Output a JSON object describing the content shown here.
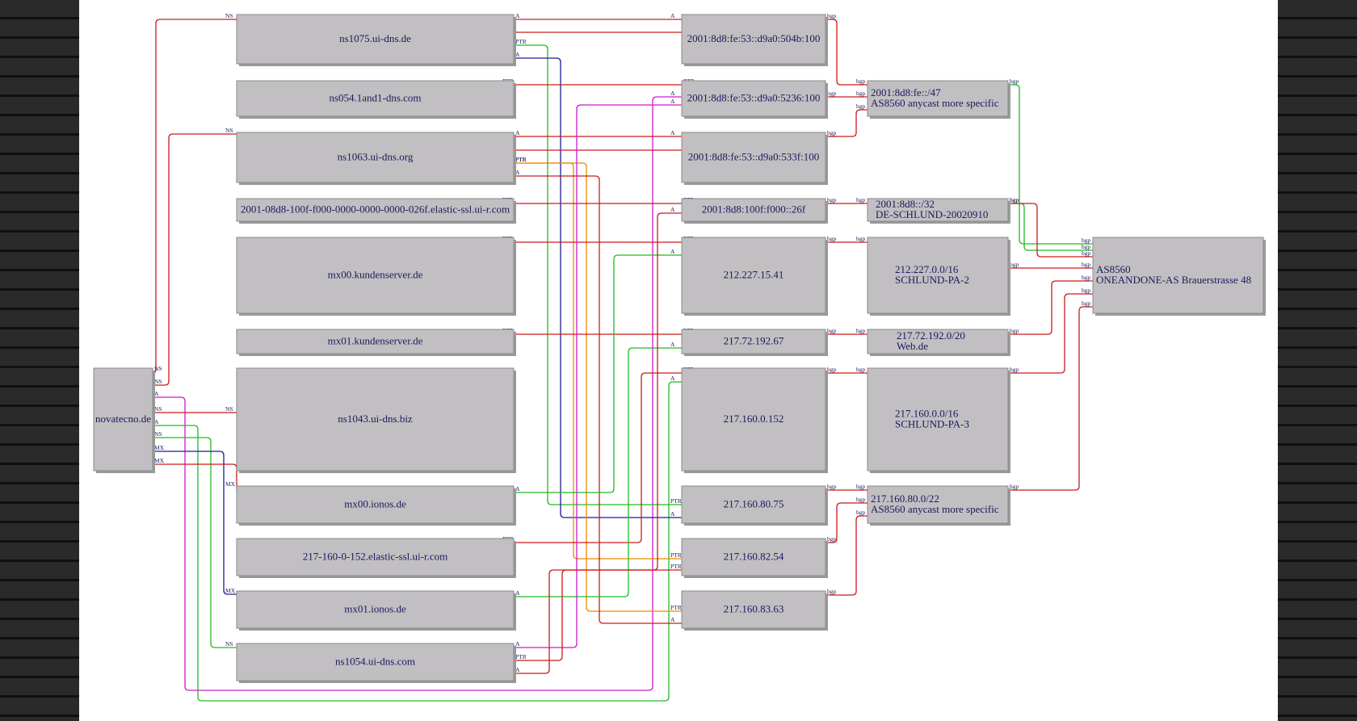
{
  "graph": {
    "nodes": [
      {
        "id": "novatecno",
        "lines": [
          "novatecno.de"
        ]
      },
      {
        "id": "ns1075",
        "lines": [
          "ns1075.ui-dns.de"
        ]
      },
      {
        "id": "ns054",
        "lines": [
          "ns054.1and1-dns.com"
        ]
      },
      {
        "id": "ns1063",
        "lines": [
          "ns1063.ui-dns.org"
        ]
      },
      {
        "id": "elastic6",
        "lines": [
          "2001-08d8-100f-f000-0000-0000-0000-026f.elastic-ssl.ui-r.com"
        ]
      },
      {
        "id": "mx00k",
        "lines": [
          "mx00.kundenserver.de"
        ]
      },
      {
        "id": "mx01k",
        "lines": [
          "mx01.kundenserver.de"
        ]
      },
      {
        "id": "ns1043",
        "lines": [
          "ns1043.ui-dns.biz"
        ]
      },
      {
        "id": "mx00i",
        "lines": [
          "mx00.ionos.de"
        ]
      },
      {
        "id": "elastic4",
        "lines": [
          "217-160-0-152.elastic-ssl.ui-r.com"
        ]
      },
      {
        "id": "mx01i",
        "lines": [
          "mx01.ionos.de"
        ]
      },
      {
        "id": "ns1054",
        "lines": [
          "ns1054.ui-dns.com"
        ]
      },
      {
        "id": "ip504b",
        "lines": [
          "2001:8d8:fe:53::d9a0:504b:100"
        ]
      },
      {
        "id": "ip5236",
        "lines": [
          "2001:8d8:fe:53::d9a0:5236:100"
        ]
      },
      {
        "id": "ip533f",
        "lines": [
          "2001:8d8:fe:53::d9a0:533f:100"
        ]
      },
      {
        "id": "ip26f",
        "lines": [
          "2001:8d8:100f:f000::26f"
        ]
      },
      {
        "id": "ip21222715",
        "lines": [
          "212.227.15.41"
        ]
      },
      {
        "id": "ip2177219267",
        "lines": [
          "217.72.192.67"
        ]
      },
      {
        "id": "ip2171600152",
        "lines": [
          "217.160.0.152"
        ]
      },
      {
        "id": "ip2171608075",
        "lines": [
          "217.160.80.75"
        ]
      },
      {
        "id": "ip2171608254",
        "lines": [
          "217.160.82.54"
        ]
      },
      {
        "id": "ip2171608363",
        "lines": [
          "217.160.83.63"
        ]
      },
      {
        "id": "pfx47",
        "lines": [
          "2001:8d8:fe::/47",
          "AS8560 anycast more specific"
        ]
      },
      {
        "id": "pfx32",
        "lines": [
          "2001:8d8::/32",
          "DE-SCHLUND-20020910"
        ]
      },
      {
        "id": "pfx212",
        "lines": [
          "212.227.0.0/16",
          "SCHLUND-PA-2"
        ]
      },
      {
        "id": "pfx21772",
        "lines": [
          "217.72.192.0/20",
          "Web.de"
        ]
      },
      {
        "id": "pfx217160",
        "lines": [
          "217.160.0.0/16",
          "SCHLUND-PA-3"
        ]
      },
      {
        "id": "pfx21716080",
        "lines": [
          "217.160.80.0/22",
          "AS8560 anycast more specific"
        ]
      },
      {
        "id": "as8560",
        "lines": [
          "AS8560",
          "ONEANDONE-AS Brauerstrasse 48"
        ]
      }
    ],
    "edges": [
      {
        "from": "novatecno",
        "to": "ns1075",
        "type": "NS",
        "color": "#cc1a1a"
      },
      {
        "from": "novatecno",
        "to": "ns1063",
        "type": "NS",
        "color": "#cc1a1a"
      },
      {
        "from": "novatecno",
        "to": "ip5236",
        "type": "A",
        "color": "#cc1acc"
      },
      {
        "from": "novatecno",
        "to": "ns1043",
        "type": "NS",
        "color": "#cc1a1a"
      },
      {
        "from": "novatecno",
        "to": "ip2171600152",
        "type": "A",
        "color": "#22bb22"
      },
      {
        "from": "novatecno",
        "to": "ns1054",
        "type": "NS",
        "color": "#22bb22"
      },
      {
        "from": "novatecno",
        "to": "mx01i",
        "type": "MX",
        "color": "#1a1a99"
      },
      {
        "from": "novatecno",
        "to": "mx00i",
        "type": "MX",
        "color": "#cc1a1a"
      },
      {
        "from": "ns1075",
        "to": "ip504b",
        "type": "A",
        "color": "#cc1a1a"
      },
      {
        "from": "ip504b",
        "to": "ns1075",
        "type": "PTR",
        "color": "#cc1a1a"
      },
      {
        "from": "ns1075",
        "to": "ip2171608075",
        "type": "PTR",
        "color": "#22bb22"
      },
      {
        "from": "ns1075",
        "to": "ip2171608075",
        "type": "A",
        "color": "#1a1a99"
      },
      {
        "from": "ip5236",
        "to": "ns054",
        "type": "PTR",
        "color": "#cc1a1a"
      },
      {
        "from": "ns1063",
        "to": "ip533f",
        "type": "A",
        "color": "#cc1a1a"
      },
      {
        "from": "ip533f",
        "to": "ns1063",
        "type": "PTR",
        "color": "#cc1a1a"
      },
      {
        "from": "ns1063",
        "to": "ip2171608254",
        "type": "PTR",
        "color": "#ee8800"
      },
      {
        "from": "ns1063",
        "to": "ip2171608363",
        "type": "PTR",
        "color": "#ee8800"
      },
      {
        "from": "ns1063",
        "to": "ip2171608254",
        "type": "A",
        "color": "#cc1a1a"
      },
      {
        "from": "ip26f",
        "to": "elastic6",
        "type": "PTR",
        "color": "#cc1a1a"
      },
      {
        "from": "ip21222715",
        "to": "mx00k",
        "type": "PTR",
        "color": "#cc1a1a"
      },
      {
        "from": "ip2177219267",
        "to": "mx01k",
        "type": "PTR",
        "color": "#cc1a1a"
      },
      {
        "from": "ip2171600152",
        "to": "elastic4",
        "type": "PTR",
        "color": "#cc1a1a"
      },
      {
        "from": "mx00i",
        "to": "ip21222715",
        "type": "A",
        "color": "#22bb22"
      },
      {
        "from": "mx01i",
        "to": "ip2177219267",
        "type": "A",
        "color": "#22bb22"
      },
      {
        "from": "ns1054",
        "to": "ip5236",
        "type": "A",
        "color": "#cc1acc"
      },
      {
        "from": "ns1054",
        "to": "ip2171608363",
        "type": "PTR",
        "color": "#cc1a1a"
      },
      {
        "from": "ns1054",
        "to": "ip26f",
        "type": "A",
        "color": "#cc1a1a"
      },
      {
        "from": "ip504b",
        "to": "pfx47",
        "type": "bgp",
        "color": "#cc1a1a"
      },
      {
        "from": "ip5236",
        "to": "pfx47",
        "type": "bgp",
        "color": "#cc1a1a"
      },
      {
        "from": "ip533f",
        "to": "pfx47",
        "type": "bgp",
        "color": "#cc1a1a"
      },
      {
        "from": "ip26f",
        "to": "pfx32",
        "type": "bgp",
        "color": "#cc1a1a"
      },
      {
        "from": "ip21222715",
        "to": "pfx212",
        "type": "bgp",
        "color": "#cc1a1a"
      },
      {
        "from": "ip2177219267",
        "to": "pfx21772",
        "type": "bgp",
        "color": "#cc1a1a"
      },
      {
        "from": "ip2171600152",
        "to": "pfx217160",
        "type": "bgp",
        "color": "#cc1a1a"
      },
      {
        "from": "ip2171608075",
        "to": "pfx21716080",
        "type": "bgp",
        "color": "#cc1a1a"
      },
      {
        "from": "ip2171608254",
        "to": "pfx21716080",
        "type": "bgp",
        "color": "#cc1a1a"
      },
      {
        "from": "ip2171608363",
        "to": "pfx21716080",
        "type": "bgp",
        "color": "#cc1a1a"
      },
      {
        "from": "pfx47",
        "to": "as8560",
        "type": "bgp",
        "color": "#22bb22"
      },
      {
        "from": "pfx32",
        "to": "as8560",
        "type": "bgp",
        "color": "#22bb22"
      },
      {
        "from": "pfx32",
        "to": "as8560",
        "type": "bgp",
        "color": "#cc1a1a"
      },
      {
        "from": "pfx212",
        "to": "as8560",
        "type": "bgp",
        "color": "#cc1a1a"
      },
      {
        "from": "pfx21772",
        "to": "as8560",
        "type": "bgp",
        "color": "#cc1a1a"
      },
      {
        "from": "pfx217160",
        "to": "as8560",
        "type": "bgp",
        "color": "#cc1a1a"
      },
      {
        "from": "pfx21716080",
        "to": "as8560",
        "type": "bgp",
        "color": "#cc1a1a"
      }
    ]
  }
}
